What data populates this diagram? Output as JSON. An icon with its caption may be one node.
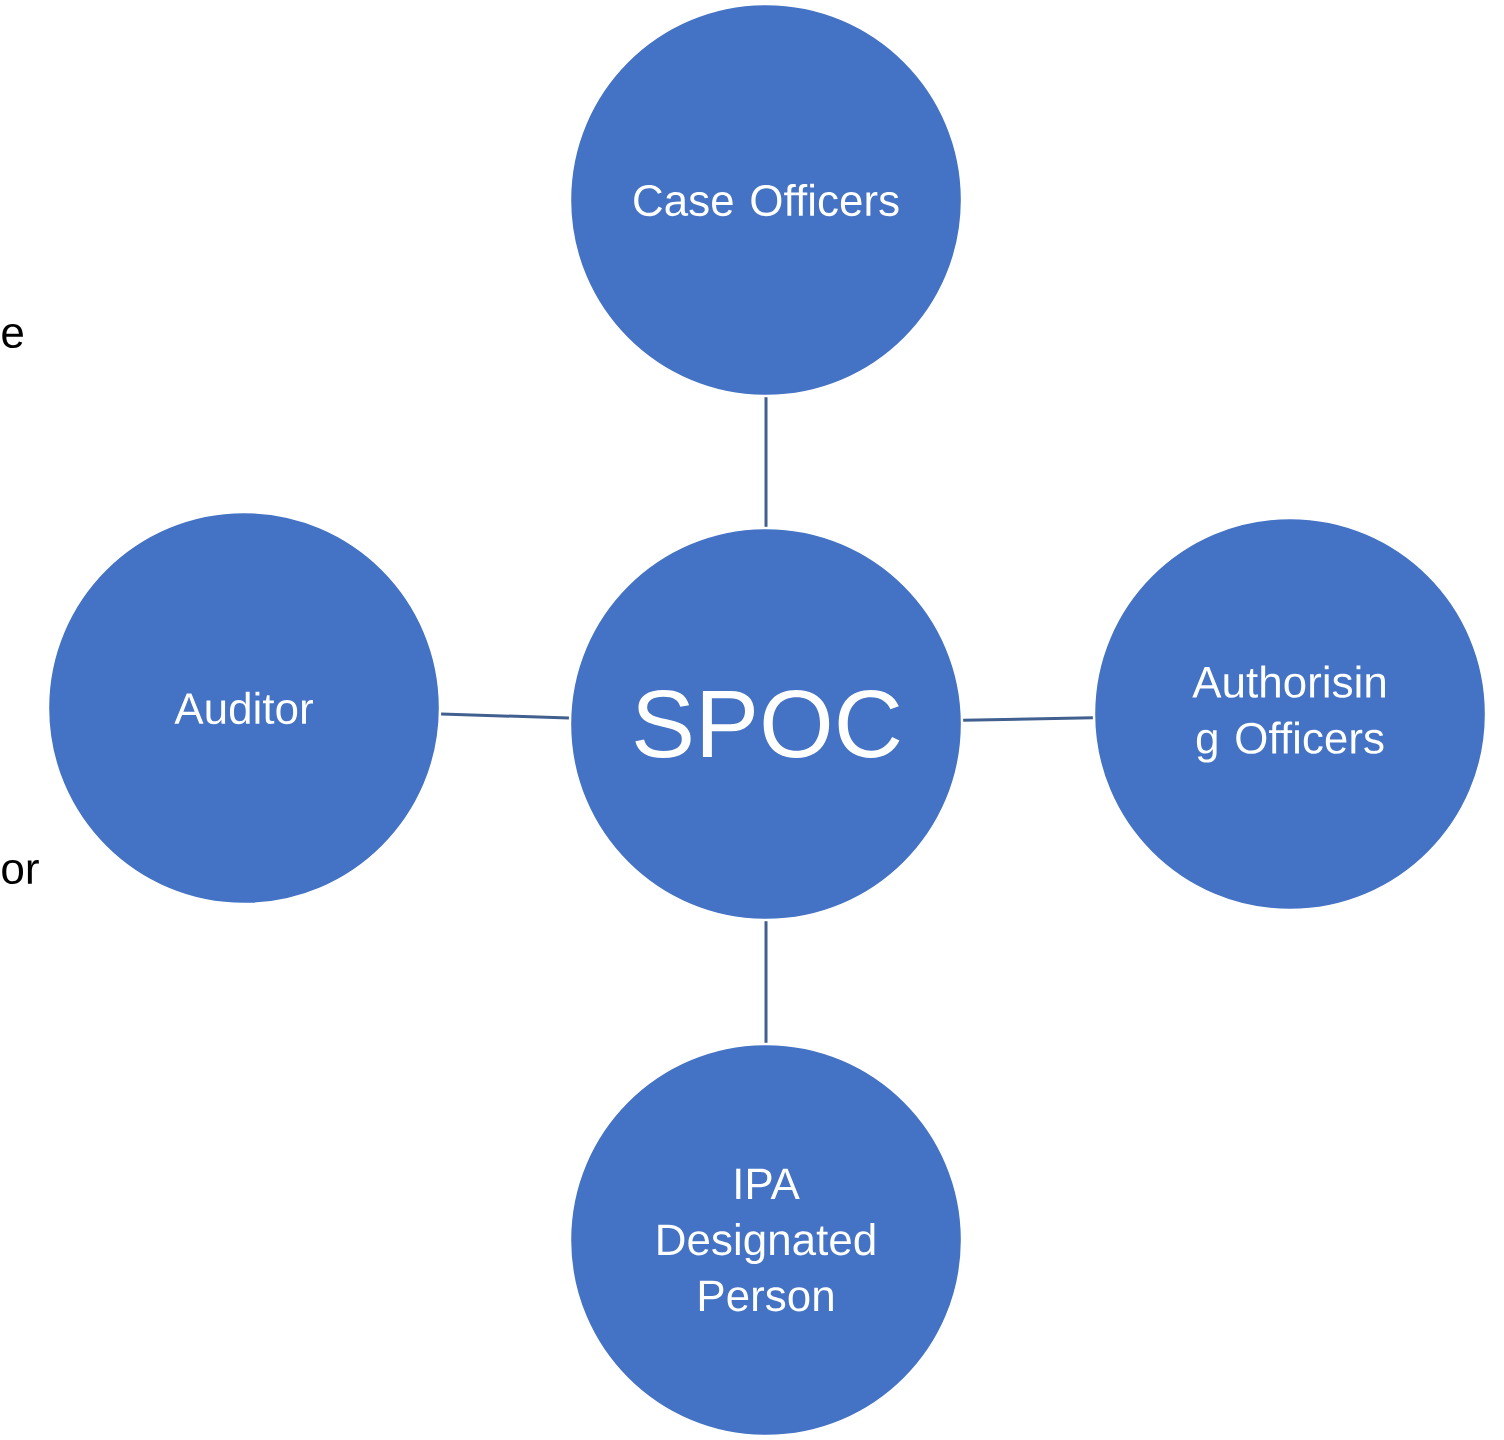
{
  "diagram": {
    "nodes": [
      {
        "text": [
          "Case Officers"
        ]
      },
      {
        "text": [
          "Auditor"
        ]
      },
      {
        "text": [
          "SPOC"
        ]
      },
      {
        "text": [
          "Authorisin g Officers"
        ]
      },
      {
        "text": [
          "IPA Designated Person"
        ]
      }
    ],
    "edges": [
      {
        "from": 2,
        "to": 0,
        "arrow": "none"
      },
      {
        "from": 1,
        "to": 2,
        "arrow": "none"
      },
      {
        "from": 2,
        "to": 3,
        "arrow": "none"
      },
      {
        "from": 2,
        "to": 4,
        "arrow": "none"
      }
    ],
    "labels": [
      "e",
      "or"
    ]
  }
}
